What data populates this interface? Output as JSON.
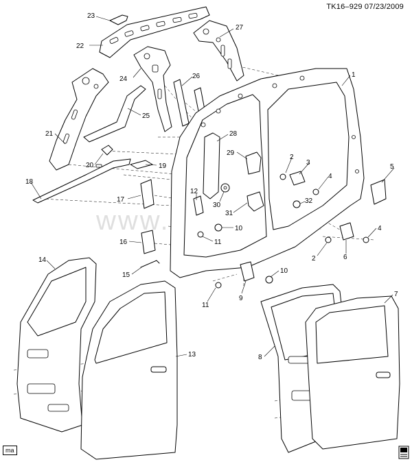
{
  "header": {
    "reference": "TK16–929  07/23/2009"
  },
  "watermark": {
    "text": "www.gmsklad.ru"
  },
  "footer": {
    "badge": "ma"
  },
  "callouts": [
    {
      "id": "c1",
      "label": "1"
    },
    {
      "id": "c2a",
      "label": "2"
    },
    {
      "id": "c2b",
      "label": "2"
    },
    {
      "id": "c3",
      "label": "3"
    },
    {
      "id": "c4a",
      "label": "4"
    },
    {
      "id": "c4b",
      "label": "4"
    },
    {
      "id": "c5",
      "label": "5"
    },
    {
      "id": "c6",
      "label": "6"
    },
    {
      "id": "c7",
      "label": "7"
    },
    {
      "id": "c8",
      "label": "8"
    },
    {
      "id": "c9",
      "label": "9"
    },
    {
      "id": "c10a",
      "label": "10"
    },
    {
      "id": "c10b",
      "label": "10"
    },
    {
      "id": "c11a",
      "label": "11"
    },
    {
      "id": "c11b",
      "label": "11"
    },
    {
      "id": "c12",
      "label": "12"
    },
    {
      "id": "c13",
      "label": "13"
    },
    {
      "id": "c14",
      "label": "14"
    },
    {
      "id": "c15",
      "label": "15"
    },
    {
      "id": "c16",
      "label": "16"
    },
    {
      "id": "c17",
      "label": "17"
    },
    {
      "id": "c18",
      "label": "18"
    },
    {
      "id": "c19",
      "label": "19"
    },
    {
      "id": "c20",
      "label": "20"
    },
    {
      "id": "c21",
      "label": "21"
    },
    {
      "id": "c22",
      "label": "22"
    },
    {
      "id": "c23",
      "label": "23"
    },
    {
      "id": "c24",
      "label": "24"
    },
    {
      "id": "c25",
      "label": "25"
    },
    {
      "id": "c26",
      "label": "26"
    },
    {
      "id": "c27",
      "label": "27"
    },
    {
      "id": "c28",
      "label": "28"
    },
    {
      "id": "c29",
      "label": "29"
    },
    {
      "id": "c30",
      "label": "30"
    },
    {
      "id": "c31",
      "label": "31"
    },
    {
      "id": "c32",
      "label": "32"
    }
  ]
}
